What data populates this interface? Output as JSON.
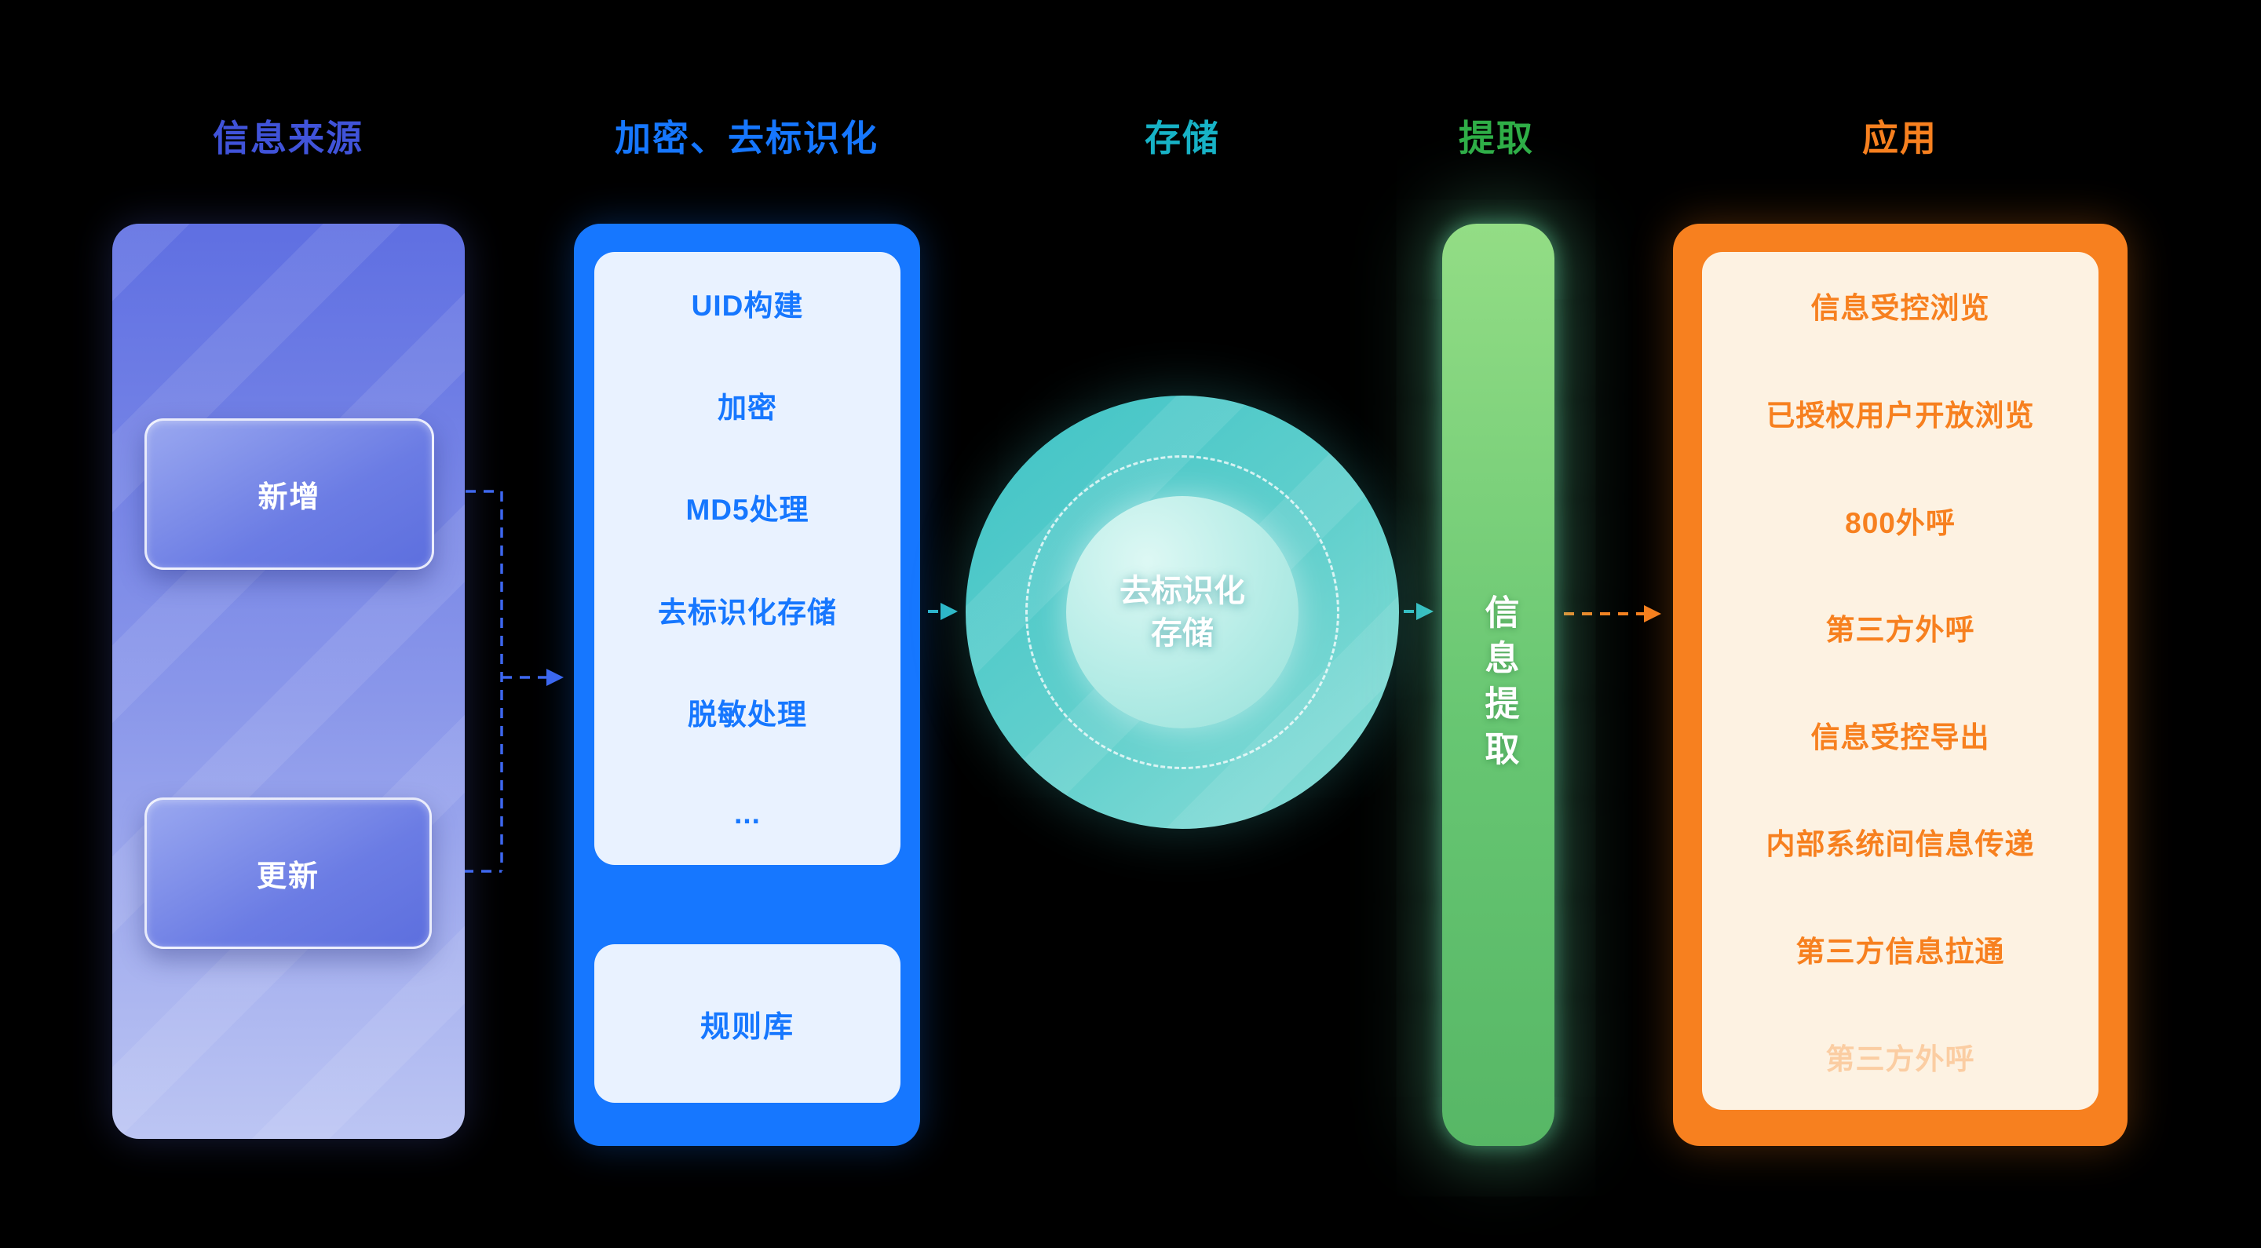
{
  "headers": {
    "source": "信息来源",
    "encrypt": "加密、去标识化",
    "storage": "存储",
    "extract": "提取",
    "apply": "应用"
  },
  "source": {
    "chips": [
      "新增",
      "更新"
    ]
  },
  "encrypt": {
    "steps": [
      "UID构建",
      "加密",
      "MD5处理",
      "去标识化存储",
      "脱敏处理",
      "..."
    ],
    "rule_base": "规则库"
  },
  "storage": {
    "label_line1": "去标识化",
    "label_line2": "存储"
  },
  "extract": {
    "label": "信息提取"
  },
  "apply": {
    "items": [
      "信息受控浏览",
      "已授权用户开放浏览",
      "800外呼",
      "第三方外呼",
      "信息受控导出",
      "内部系统间信息传递",
      "第三方信息拉通",
      "第三方外呼"
    ]
  },
  "colors": {
    "bg": "#000000",
    "source-header": "#4053d9",
    "blue": "#1677ff",
    "teal": "#17b2c6",
    "green": "#2fae47",
    "orange": "#f7801f",
    "arrow-blue": "#3e68f0",
    "arrow-teal": "#2fb9c7",
    "arrow-orange": "#f7801f"
  }
}
